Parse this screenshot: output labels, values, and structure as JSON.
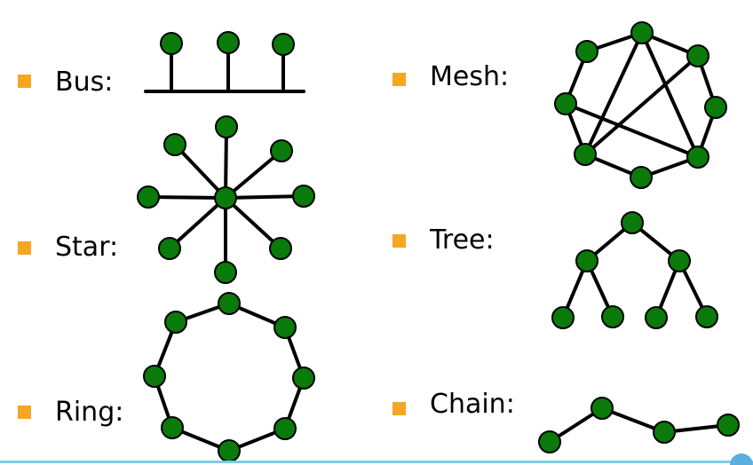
{
  "colors": {
    "bullet": "#f5a623",
    "node": "#0a7a0a",
    "edge": "#000000",
    "rule": "#7ecbe6",
    "corner": "#5aaee0"
  },
  "items": [
    {
      "label": "Bus:"
    },
    {
      "label": "Star:"
    },
    {
      "label": "Ring:"
    },
    {
      "label": "Mesh:"
    },
    {
      "label": "Tree:"
    },
    {
      "label": "Chain:"
    }
  ]
}
